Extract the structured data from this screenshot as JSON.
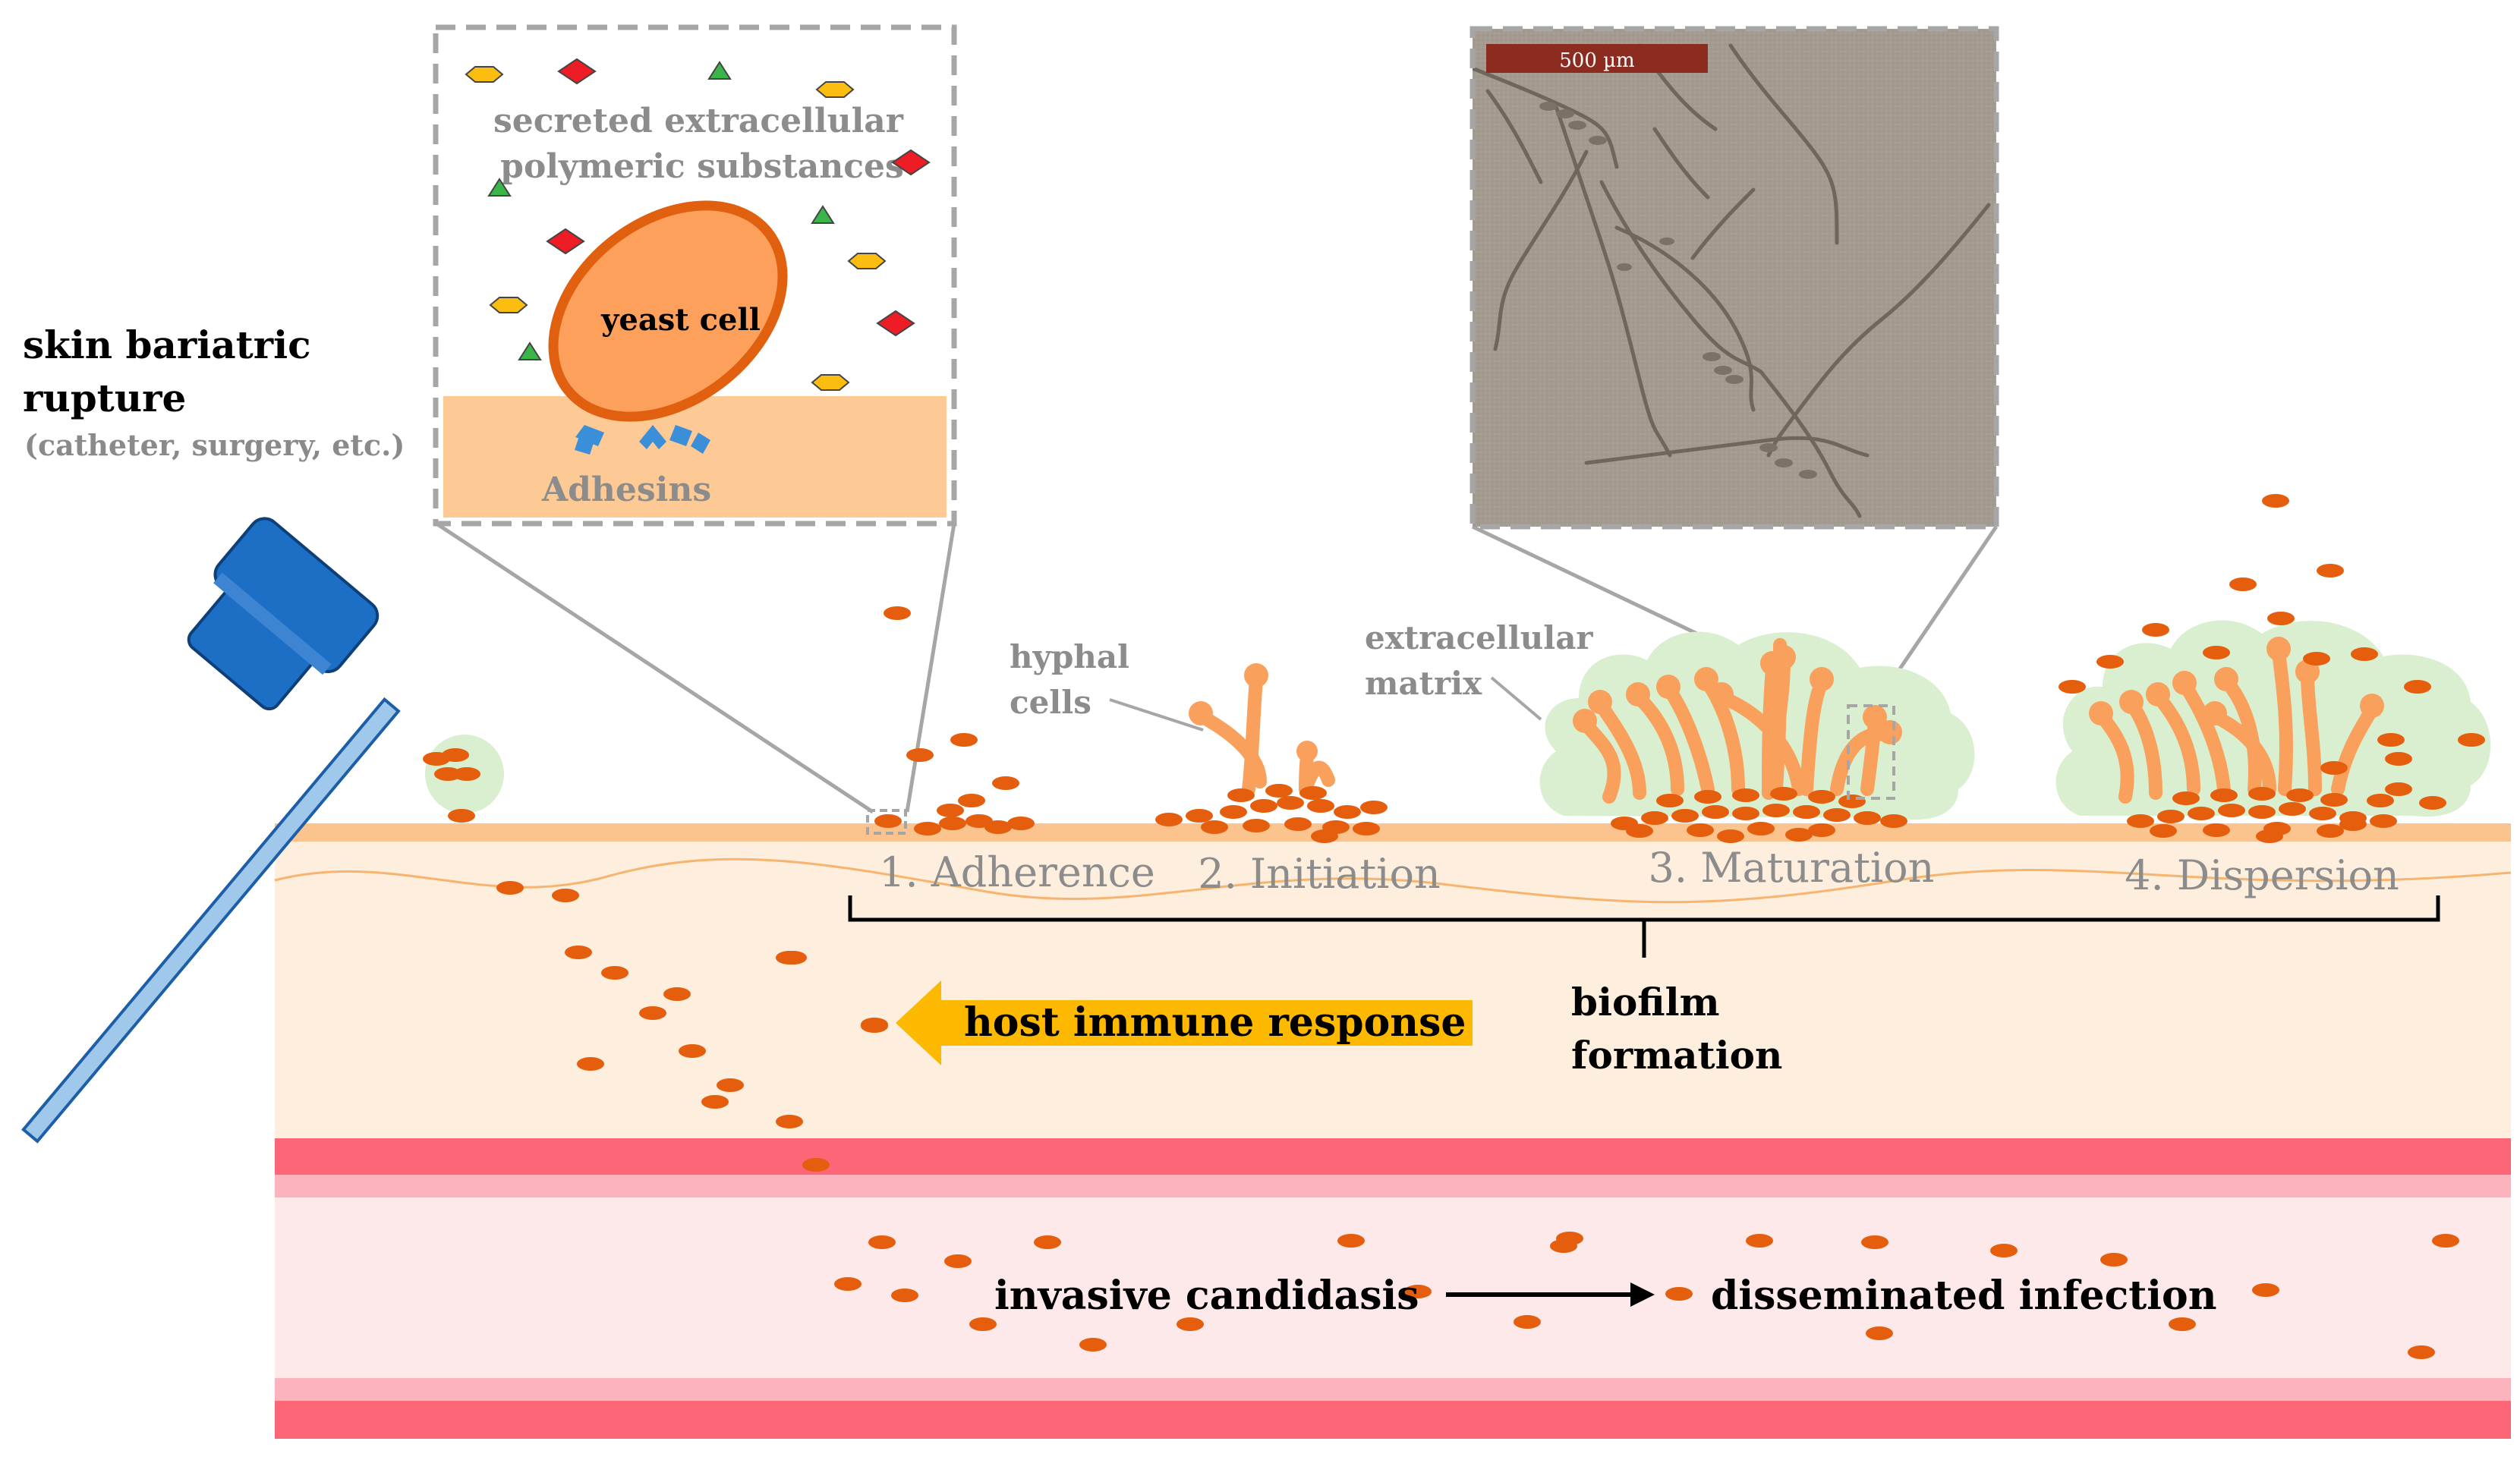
{
  "labels": {
    "rupture_title_line1": "skin bariatric",
    "rupture_title_line2": "rupture",
    "rupture_sub": "(catheter, surgery, etc.)",
    "eps_line1": "secreted extracellular",
    "eps_line2": "polymeric substances",
    "yeast_cell": "yeast cell",
    "adhesins": "Adhesins",
    "hyphal_line1": "hyphal",
    "hyphal_line2": "cells",
    "ecm_line1": "extracellular",
    "ecm_line2": "matrix",
    "scale_bar": "500 µm",
    "stage1": "1. Adherence",
    "stage2": "2. Initiation",
    "stage3": "3. Maturation",
    "stage4": "4. Dispersion",
    "biofilm_line1": "biofilm",
    "biofilm_line2": "formation",
    "immune": "host immune response",
    "invasive": "invasive candidasis",
    "disseminated": "disseminated infection"
  },
  "colors": {
    "skin_surface": "#fbc48f",
    "dermis": "#fdeedd",
    "vessel_wall": "#fd6677",
    "vessel_inner_wall": "#fcb3bd",
    "blood": "#fde9ea",
    "cell": "#e45e0d",
    "hypha": "#f8a05c",
    "matrix": "#d9efcf",
    "catheter": "#1c6fc4",
    "catheter_tube": "#9fc8ea",
    "immune_arrow": "#fcb900",
    "dashed_box": "#a6a6a6",
    "micrograph_bg": "#a49c91",
    "diamond": "#ee1c25",
    "hexagon": "#fbbe10",
    "triangle": "#39b54a"
  }
}
